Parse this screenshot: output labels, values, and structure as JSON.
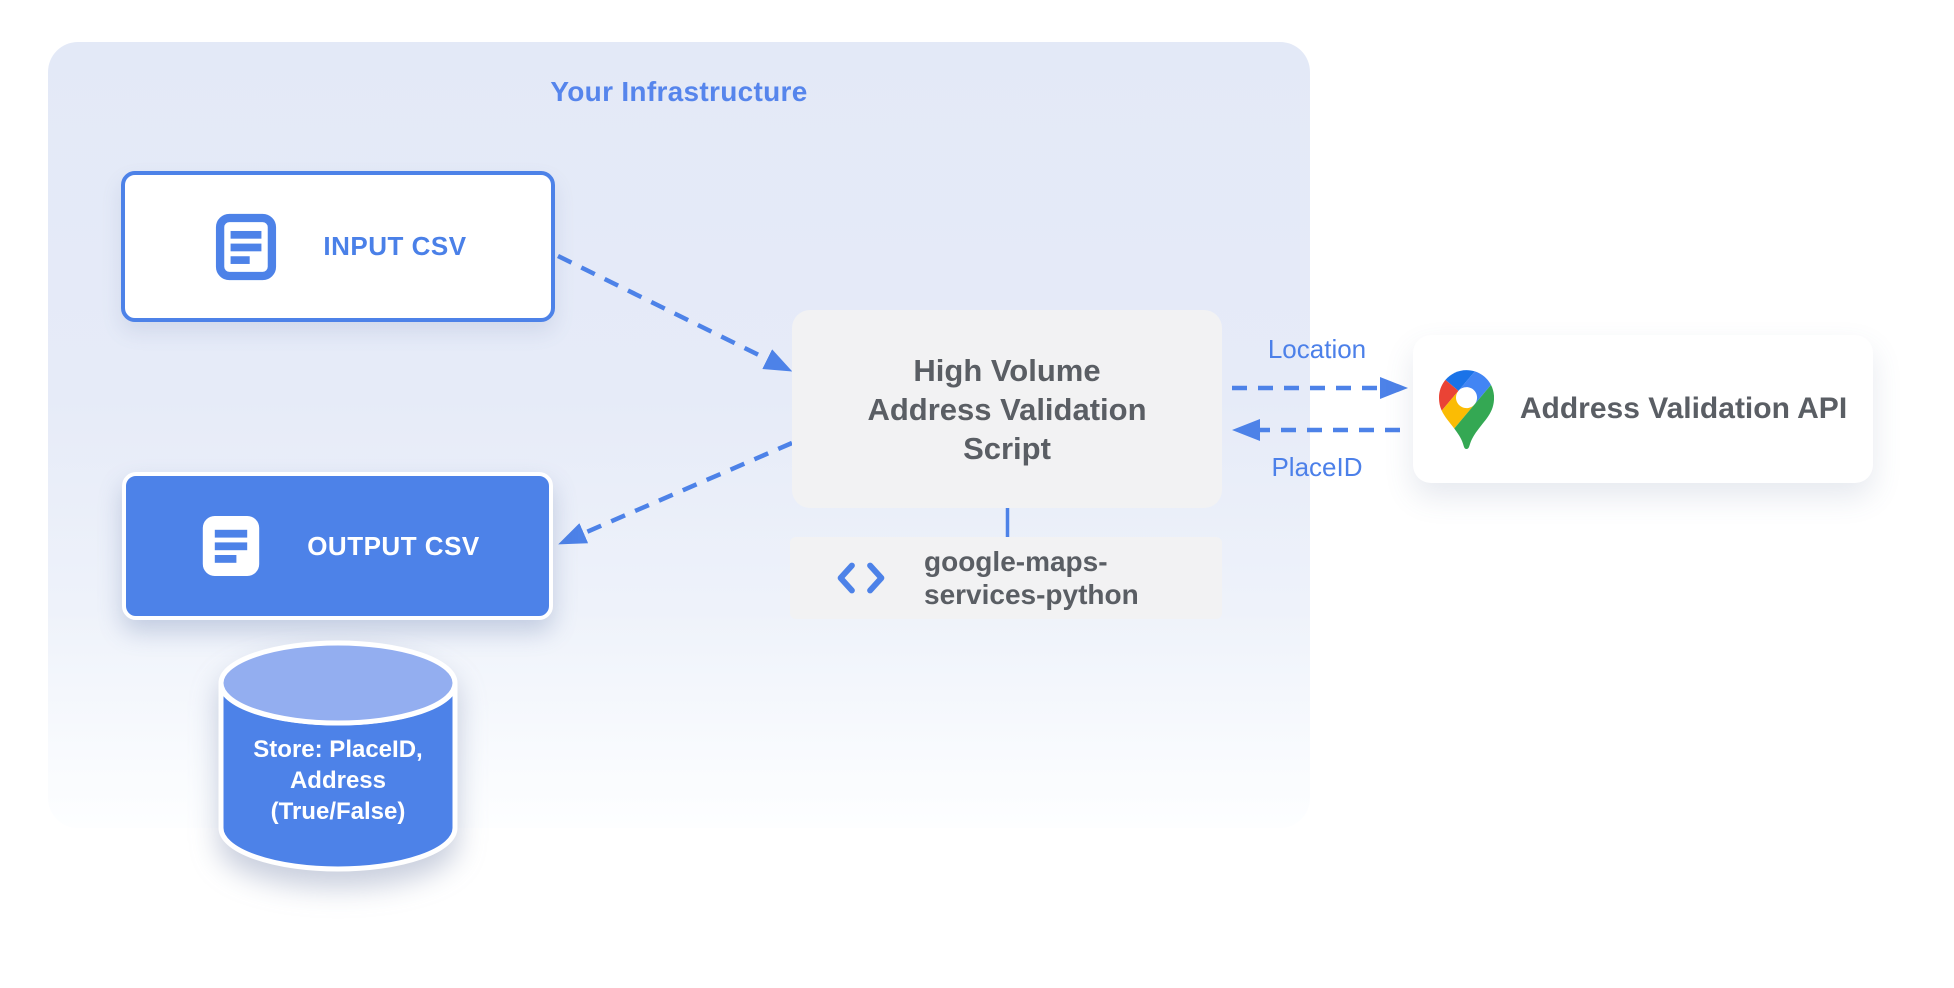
{
  "title": "Your Infrastructure",
  "nodes": {
    "input_csv": {
      "label": "INPUT CSV",
      "icon": "document-icon"
    },
    "output_csv": {
      "label": "OUTPUT CSV",
      "icon": "document-icon"
    },
    "datastore": {
      "lines": [
        "Store: PlaceID,",
        "Address",
        "(True/False)"
      ]
    },
    "script": {
      "lines": [
        "High Volume",
        "Address Validation",
        "Script"
      ]
    },
    "library": {
      "lines": [
        "google-maps-",
        "services-python"
      ],
      "icon": "code-icon"
    },
    "api": {
      "label": "Address Validation API",
      "icon": "google-maps-pin-icon"
    }
  },
  "edge_labels": {
    "location": "Location",
    "placeid": "PlaceID"
  },
  "colors": {
    "accent_blue": "#4D82E8",
    "title_blue": "#5685EC",
    "panel_gray": "#F2F2F2",
    "text_gray": "#5F6368",
    "cylinder_top_blue": "#93AEF0",
    "container_top_blue": "#E3E9F7",
    "pin_dark_blue": "#1A73E8",
    "pin_blue": "#4285F4",
    "pin_red": "#EA4335",
    "pin_yellow": "#FBBC04",
    "pin_green": "#34A853"
  }
}
